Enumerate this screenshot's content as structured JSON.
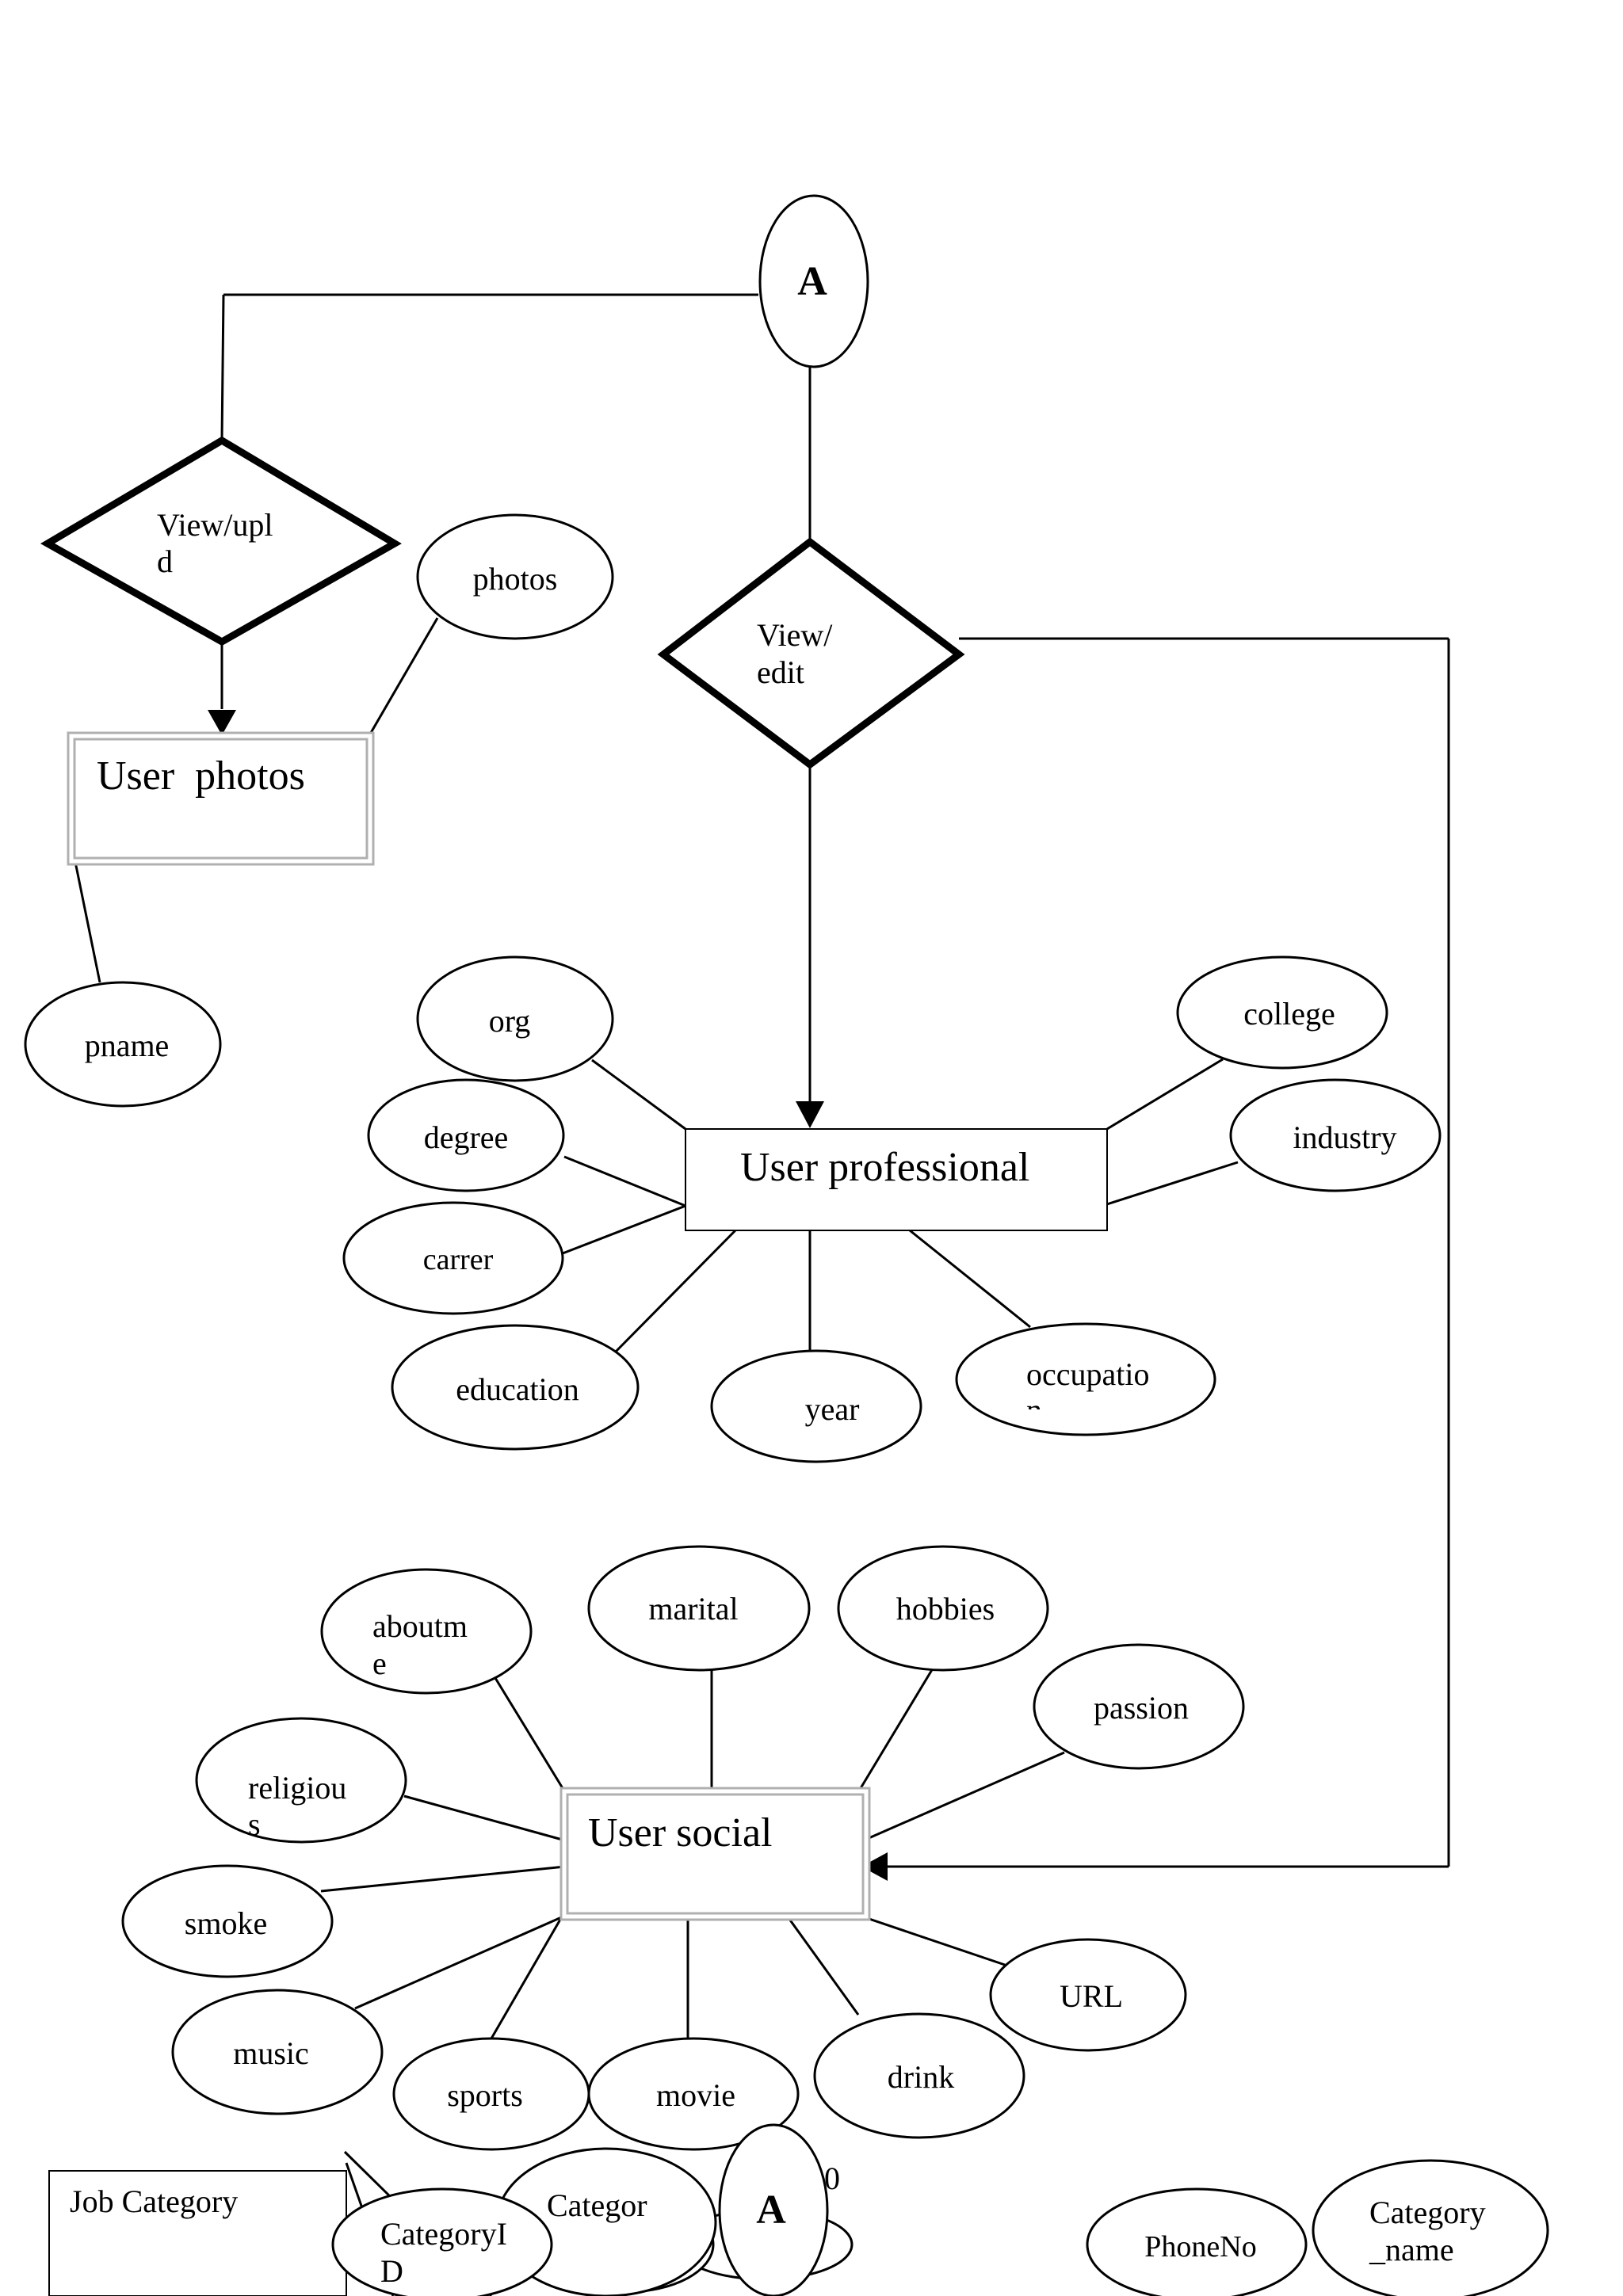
{
  "connector_top": {
    "label": "A"
  },
  "connector_bottom": {
    "label": "A"
  },
  "relationships": {
    "view_upload": {
      "line1": "View/upl",
      "line2": "d"
    },
    "view_edit": {
      "line1": "View/",
      "line2": "edit"
    }
  },
  "entities": {
    "user_photos": "User  photos",
    "user_professional": "User professional",
    "user_social": "User social",
    "job_category": "Job Category"
  },
  "attributes": {
    "photos": "photos",
    "pname": "pname",
    "org": "org",
    "degree": "degree",
    "carrer": "carrer",
    "education": "education",
    "year": "year",
    "occupation": {
      "line1": "occupatio",
      "line2": "n"
    },
    "college": "college",
    "industry": "industry",
    "aboutme": {
      "line1": "aboutm",
      "line2": "e"
    },
    "marital": "marital",
    "hobbies": "hobbies",
    "passion": "passion",
    "religious": {
      "line1": "religiou",
      "line2": "s"
    },
    "smoke": "smoke",
    "music": "music",
    "sports": "sports",
    "movie": "movie",
    "drink": "drink",
    "url": "URL",
    "category_id": {
      "line1": "CategoryI",
      "line2": "D"
    },
    "category": "Categor",
    "phone_no": "PhoneNo",
    "category_name": {
      "line1": "Category",
      "line2": "_name"
    },
    "stray_digit": "0"
  },
  "colors": {
    "stroke": "#000000",
    "double_border": "#b0b0b0",
    "background": "#ffffff"
  }
}
